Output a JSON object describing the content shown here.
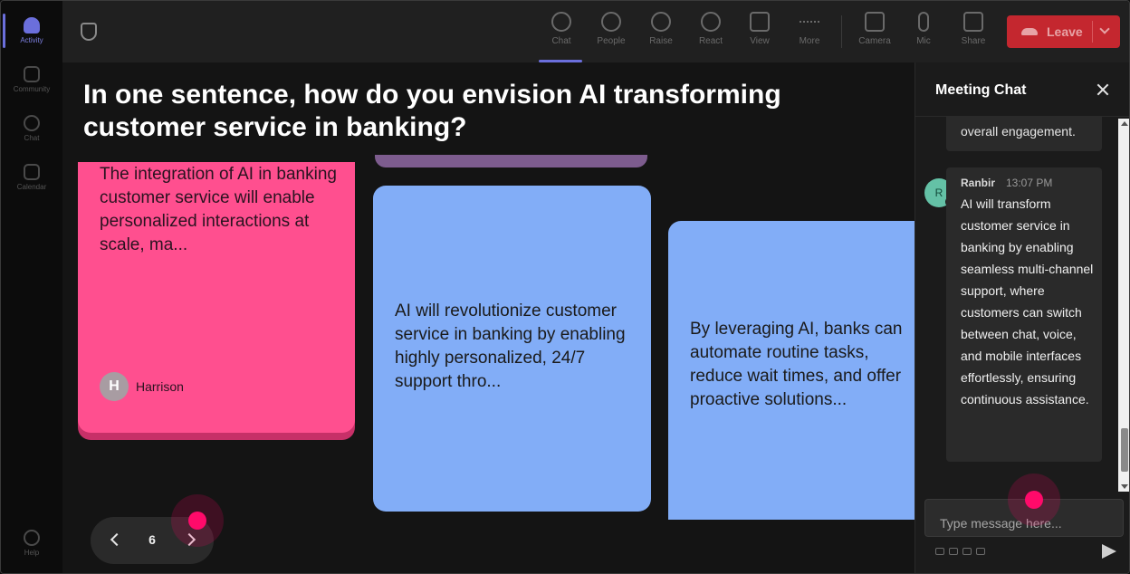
{
  "rail": {
    "items": [
      {
        "label": "Activity",
        "active": true
      },
      {
        "label": "Community"
      },
      {
        "label": "Chat"
      },
      {
        "label": "Calendar"
      }
    ],
    "help_label": "Help"
  },
  "toolbar": {
    "items": [
      {
        "label": "Chat",
        "icon": "chat-bubble-icon",
        "active": true
      },
      {
        "label": "People",
        "icon": "people-icon"
      },
      {
        "label": "Raise",
        "icon": "hand-icon"
      },
      {
        "label": "React",
        "icon": "smiley-icon"
      },
      {
        "label": "View",
        "icon": "grid-view-icon"
      },
      {
        "label": "More",
        "icon": "ellipsis-icon"
      },
      {
        "label": "Camera",
        "icon": "camera-off-icon"
      },
      {
        "label": "Mic",
        "icon": "mic-icon"
      },
      {
        "label": "Share",
        "icon": "share-screen-icon"
      }
    ],
    "leave_label": "Leave",
    "leave_color": "#c4272f"
  },
  "stage": {
    "question": "In one sentence, how do you envision AI transforming customer service in banking?",
    "cards": [
      {
        "text": "The integration of AI in banking customer service will enable personalized interactions at scale, ma...",
        "author_initial": "H",
        "author": "Harrison",
        "color": "#ff4f8f"
      },
      {
        "text": "AI will revolutionize customer service in banking by enabling highly personalized, 24/7 support thro...",
        "color": "#82adf7"
      },
      {
        "text": "By leveraging AI, banks can automate routine tasks, reduce wait times, and offer proactive solutions...",
        "color": "#82adf7"
      }
    ],
    "page_number": "6"
  },
  "chat": {
    "title": "Meeting Chat",
    "prev_message_tail": "overall engagement.",
    "messages": [
      {
        "avatar_initial": "R",
        "sender": "Ranbir",
        "time": "13:07 PM",
        "text": "AI will transform customer service in banking by enabling seamless multi-channel support, where customers can switch between chat, voice, and mobile interfaces effortlessly, ensuring continuous assistance."
      }
    ],
    "input_placeholder": "Type message here..."
  }
}
